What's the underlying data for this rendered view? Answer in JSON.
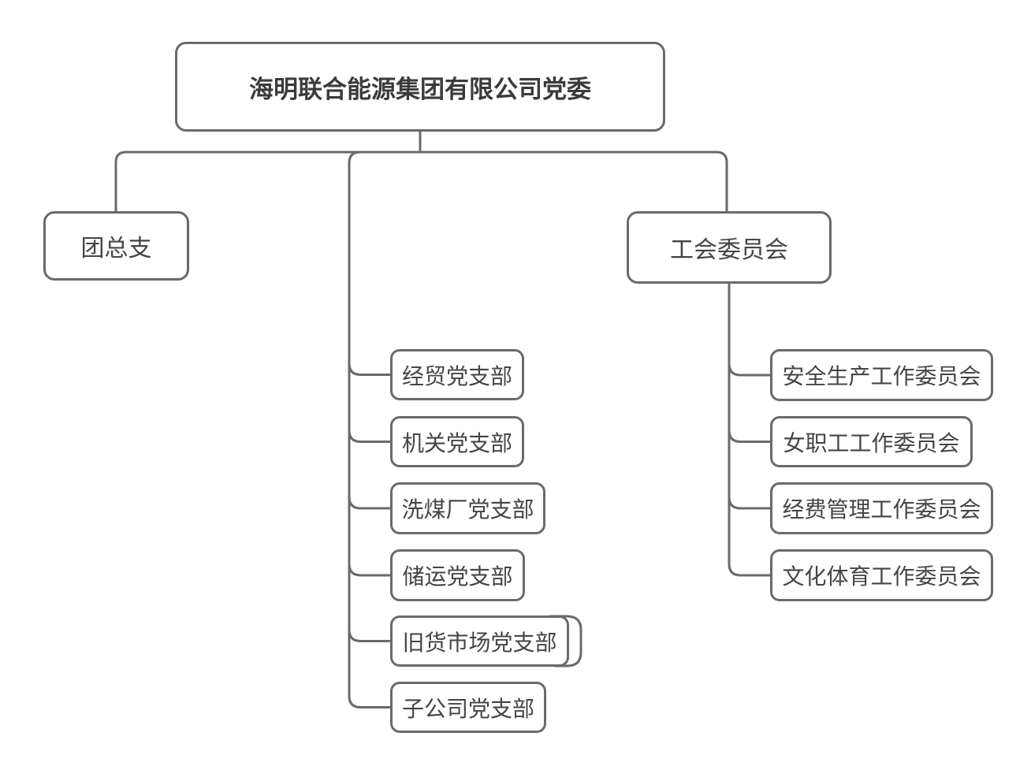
{
  "org_chart": {
    "root": {
      "label": "海明联合能源集团有限公司党委"
    },
    "youth_league": {
      "label": "团总支"
    },
    "union": {
      "label": "工会委员会",
      "committees": [
        {
          "label": "安全生产工作委员会"
        },
        {
          "label": "女职工工作委员会"
        },
        {
          "label": "经费管理工作委员会"
        },
        {
          "label": "文化体育工作委员会"
        }
      ]
    },
    "party_branches": [
      {
        "label": "经贸党支部"
      },
      {
        "label": "机关党支部"
      },
      {
        "label": "洗煤厂党支部"
      },
      {
        "label": "储运党支部"
      },
      {
        "label": "旧货市场党支部"
      },
      {
        "label": "子公司党支部"
      }
    ],
    "colors": {
      "line": "#6a6a6a",
      "root_text": "#3b3b3b",
      "node_text": "#454545",
      "background": "#ffffff"
    }
  }
}
